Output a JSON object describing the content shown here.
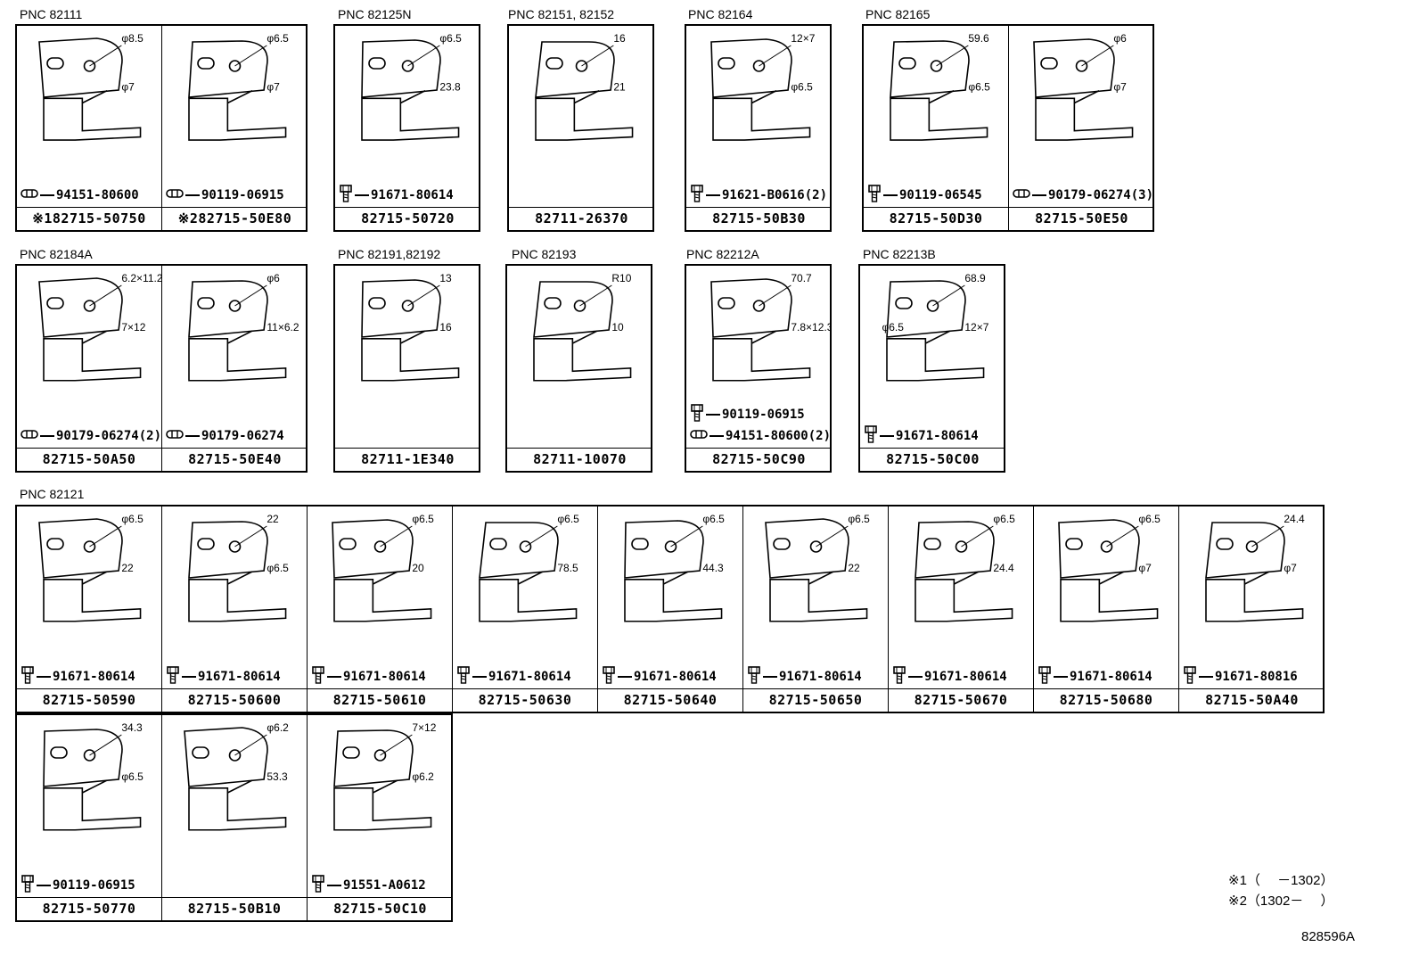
{
  "groups": [
    {
      "pnc": "PNC 82111",
      "cells": [
        {
          "part": "※182715-50750",
          "fasteners": [
            {
              "type": "nut",
              "code": "94151-80600"
            }
          ],
          "dims": [
            "φ8.5",
            "φ7"
          ]
        },
        {
          "part": "※282715-50E80",
          "fasteners": [
            {
              "type": "nut",
              "code": "90119-06915"
            }
          ],
          "dims": [
            "φ6.5",
            "φ7"
          ]
        }
      ]
    },
    {
      "pnc": "PNC 82125N",
      "cells": [
        {
          "part": "82715-50720",
          "fasteners": [
            {
              "type": "bolt",
              "code": "91671-80614"
            }
          ],
          "dims": [
            "φ6.5",
            "23.8"
          ]
        }
      ]
    },
    {
      "pnc": "PNC 82151, 82152",
      "cells": [
        {
          "part": "82711-26370",
          "fasteners": [],
          "dims": [
            "16",
            "21"
          ]
        }
      ]
    },
    {
      "pnc": "PNC 82164",
      "cells": [
        {
          "part": "82715-50B30",
          "fasteners": [
            {
              "type": "bolt",
              "code": "91621-B0616(2)"
            }
          ],
          "dims": [
            "12×7",
            "φ6.5"
          ]
        }
      ]
    },
    {
      "pnc": "PNC 82165",
      "cells": [
        {
          "part": "82715-50D30",
          "fasteners": [
            {
              "type": "bolt",
              "code": "90119-06545"
            }
          ],
          "dims": [
            "59.6",
            "φ6.5"
          ]
        },
        {
          "part": "82715-50E50",
          "fasteners": [
            {
              "type": "nut",
              "code": "90179-06274(3)"
            }
          ],
          "dims": [
            "φ6",
            "φ7"
          ]
        }
      ]
    },
    {
      "pnc": "PNC 82184A",
      "cells": [
        {
          "part": "82715-50A50",
          "fasteners": [
            {
              "type": "nut",
              "code": "90179-06274(2)"
            }
          ],
          "dims": [
            "6.2×11.2",
            "7×12"
          ]
        },
        {
          "part": "82715-50E40",
          "fasteners": [
            {
              "type": "nut",
              "code": "90179-06274"
            }
          ],
          "dims": [
            "φ6",
            "11×6.2"
          ]
        }
      ]
    },
    {
      "pnc": "PNC 82191,82192",
      "cells": [
        {
          "part": "82711-1E340",
          "fasteners": [],
          "dims": [
            "13",
            "16"
          ]
        }
      ]
    },
    {
      "pnc": "PNC 82193",
      "cells": [
        {
          "part": "82711-10070",
          "fasteners": [],
          "dims": [
            "R10",
            "10"
          ]
        }
      ]
    },
    {
      "pnc": "PNC 82212A",
      "cells": [
        {
          "part": "82715-50C90",
          "fasteners": [
            {
              "type": "bolt",
              "code": "90119-06915"
            },
            {
              "type": "nut",
              "code": "94151-80600(2)"
            }
          ],
          "dims": [
            "70.7",
            "7.8×12.3"
          ]
        }
      ]
    },
    {
      "pnc": "PNC 82213B",
      "cells": [
        {
          "part": "82715-50C00",
          "fasteners": [
            {
              "type": "bolt",
              "code": "91671-80614"
            }
          ],
          "dims": [
            "68.9",
            "12×7",
            "φ6.5"
          ]
        }
      ]
    },
    {
      "pnc": "PNC 82121",
      "cells": [
        {
          "part": "82715-50590",
          "fasteners": [
            {
              "type": "bolt",
              "code": "91671-80614"
            }
          ],
          "dims": [
            "φ6.5",
            "22"
          ]
        },
        {
          "part": "82715-50600",
          "fasteners": [
            {
              "type": "bolt",
              "code": "91671-80614"
            }
          ],
          "dims": [
            "22",
            "φ6.5"
          ]
        },
        {
          "part": "82715-50610",
          "fasteners": [
            {
              "type": "bolt",
              "code": "91671-80614"
            }
          ],
          "dims": [
            "φ6.5",
            "20"
          ]
        },
        {
          "part": "82715-50630",
          "fasteners": [
            {
              "type": "bolt",
              "code": "91671-80614"
            }
          ],
          "dims": [
            "φ6.5",
            "78.5"
          ]
        },
        {
          "part": "82715-50640",
          "fasteners": [
            {
              "type": "bolt",
              "code": "91671-80614"
            }
          ],
          "dims": [
            "φ6.5",
            "44.3"
          ]
        },
        {
          "part": "82715-50650",
          "fasteners": [
            {
              "type": "bolt",
              "code": "91671-80614"
            }
          ],
          "dims": [
            "φ6.5",
            "22"
          ]
        },
        {
          "part": "82715-50670",
          "fasteners": [
            {
              "type": "bolt",
              "code": "91671-80614"
            }
          ],
          "dims": [
            "φ6.5",
            "24.4"
          ]
        },
        {
          "part": "82715-50680",
          "fasteners": [
            {
              "type": "bolt",
              "code": "91671-80614"
            }
          ],
          "dims": [
            "φ6.5",
            "φ7"
          ]
        },
        {
          "part": "82715-50A40",
          "fasteners": [
            {
              "type": "bolt",
              "code": "91671-80816"
            }
          ],
          "dims": [
            "24.4",
            "φ7"
          ]
        },
        {
          "part": "82715-50770",
          "fasteners": [
            {
              "type": "bolt",
              "code": "90119-06915"
            }
          ],
          "dims": [
            "34.3",
            "φ6.5"
          ]
        },
        {
          "part": "82715-50B10",
          "fasteners": [],
          "dims": [
            "φ6.2",
            "53.3"
          ]
        },
        {
          "part": "82715-50C10",
          "fasteners": [
            {
              "type": "bolt",
              "code": "91551-A0612"
            }
          ],
          "dims": [
            "7×12",
            "φ6.2"
          ]
        }
      ]
    }
  ],
  "notes": {
    "note1": "※1（　 －1302）",
    "note2": "※2（1302－　 ）",
    "ref": "828596A"
  }
}
